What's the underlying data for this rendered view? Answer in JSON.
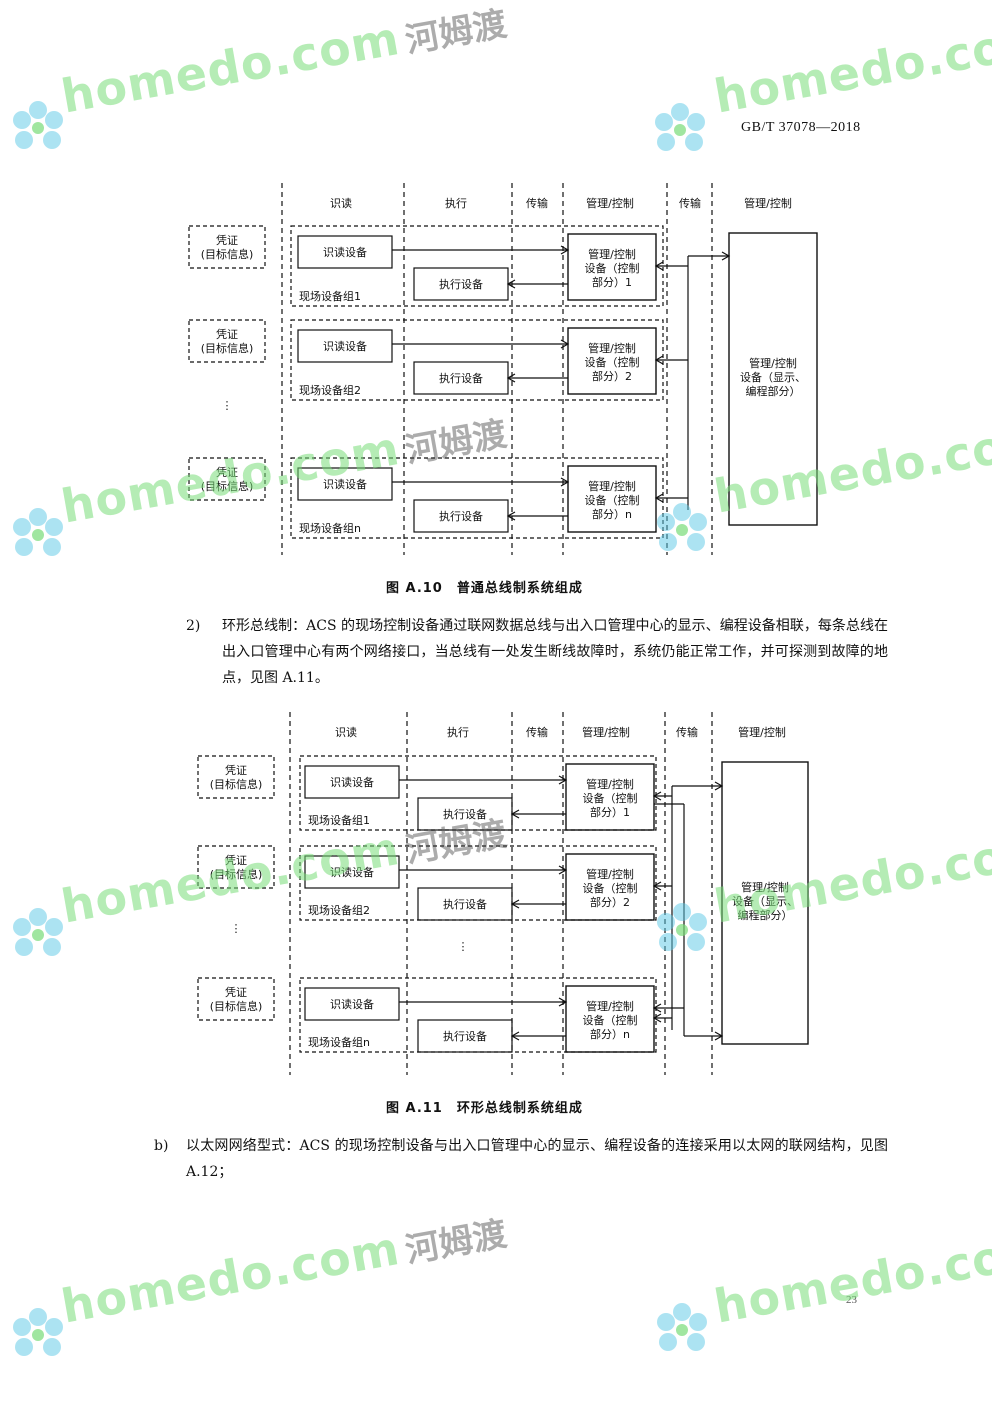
{
  "header": {
    "standard_number": "GB/T 37078—2018"
  },
  "figure_a10": {
    "columns": [
      "识读",
      "执行",
      "传输",
      "管理/控制",
      "传输",
      "管理/控制"
    ],
    "credentials": [
      "凭证\n(目标信息)",
      "凭证\n(目标信息)",
      "凭证\n(目标信息)"
    ],
    "reader_label": "识读设备",
    "actuator_label": "执行设备",
    "groups": [
      "现场设备组1",
      "现场设备组2",
      "现场设备组n"
    ],
    "controllers": [
      "管理/控制\n设备（控制\n部分）1",
      "管理/控制\n设备（控制\n部分）2",
      "管理/控制\n设备（控制\n部分）n"
    ],
    "center": "管理/控制\n设备（显示、\n编程部分）",
    "ellipsis": "⋮",
    "caption": "图 A.10　普通总线制系统组成"
  },
  "paragraph_2": {
    "marker": "2)",
    "text": "环形总线制：ACS 的现场控制设备通过联网数据总线与出入口管理中心的显示、编程设备相联，每条总线在出入口管理中心有两个网络接口，当总线有一处发生断线故障时，系统仍能正常工作，并可探测到故障的地点，见图 A.11。"
  },
  "figure_a11": {
    "columns": [
      "识读",
      "执行",
      "传输",
      "管理/控制",
      "传输",
      "管理/控制"
    ],
    "credentials": [
      "凭证\n(目标信息)",
      "凭证\n(目标信息)",
      "凭证\n(目标信息)"
    ],
    "reader_label": "识读设备",
    "actuator_label": "执行设备",
    "groups": [
      "现场设备组1",
      "现场设备组2",
      "现场设备组n"
    ],
    "controllers": [
      "管理/控制\n设备（控制\n部分）1",
      "管理/控制\n设备（控制\n部分）2",
      "管理/控制\n设备（控制\n部分）n"
    ],
    "center": "管理/控制\n设备（显示、\n编程部分）",
    "ellipsis": "⋮",
    "caption": "图 A.11　环形总线制系统组成"
  },
  "paragraph_b": {
    "marker": "b)",
    "text": "以太网网络型式：ACS 的现场控制设备与出入口管理中心的显示、编程设备的连接采用以太网的联网结构，见图 A.12；"
  },
  "watermark": {
    "en": "homedo.com",
    "cn": "河姆渡"
  },
  "page_number": "23"
}
